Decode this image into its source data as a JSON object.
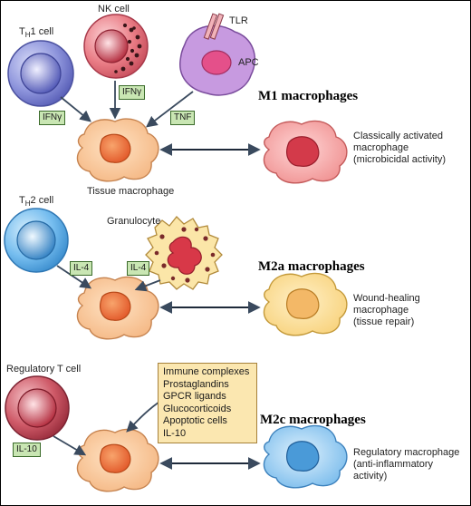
{
  "cells": {
    "th1": {
      "label": "T",
      "sub": "H",
      "rest": "1 cell"
    },
    "nk": "NK cell",
    "tlr": "TLR",
    "apc": "APC",
    "th2": {
      "label": "T",
      "sub": "H",
      "rest": "2 cell"
    },
    "granulocyte": "Granulocyte",
    "treg": "Regulatory T cell",
    "tissue_macrophage": "Tissue macrophage"
  },
  "cytokines": {
    "ifng_nk": "IFNγ",
    "ifng_th1": "IFNγ",
    "tnf": "TNF",
    "il4_th2": "IL-4",
    "il4_gran": "IL-4",
    "il10": "IL-10"
  },
  "signals": [
    "Immune complexes",
    "Prostaglandins",
    "GPCR ligands",
    "Glucocorticoids",
    "Apoptotic cells",
    "IL-10"
  ],
  "outcomes": {
    "m1": {
      "heading": "M1 macrophages",
      "desc": [
        "Classically activated",
        "macrophage",
        "(microbicidal activity)"
      ]
    },
    "m2a": {
      "heading": "M2a macrophages",
      "desc": [
        "Wound-healing",
        "macrophage",
        "(tissue repair)"
      ]
    },
    "m2c": {
      "heading": "M2c macrophages",
      "desc": [
        "Regulatory macrophage",
        "(anti-inflammatory",
        "activity)"
      ]
    }
  },
  "colors": {
    "th1": "#7f86d6",
    "nk": "#e8707a",
    "apc": "#c99be0",
    "th2": "#63b3ea",
    "granulocyte": "#fbe6a8",
    "treg": "#c9505e",
    "tissue_macrophage": "#f8c590",
    "m1": "#f29d9d",
    "m2a": "#fbd98c",
    "m2c": "#8cc7ef",
    "cytokine_tag": "#c9e6b3",
    "signal_box": "#fbe7b0"
  }
}
